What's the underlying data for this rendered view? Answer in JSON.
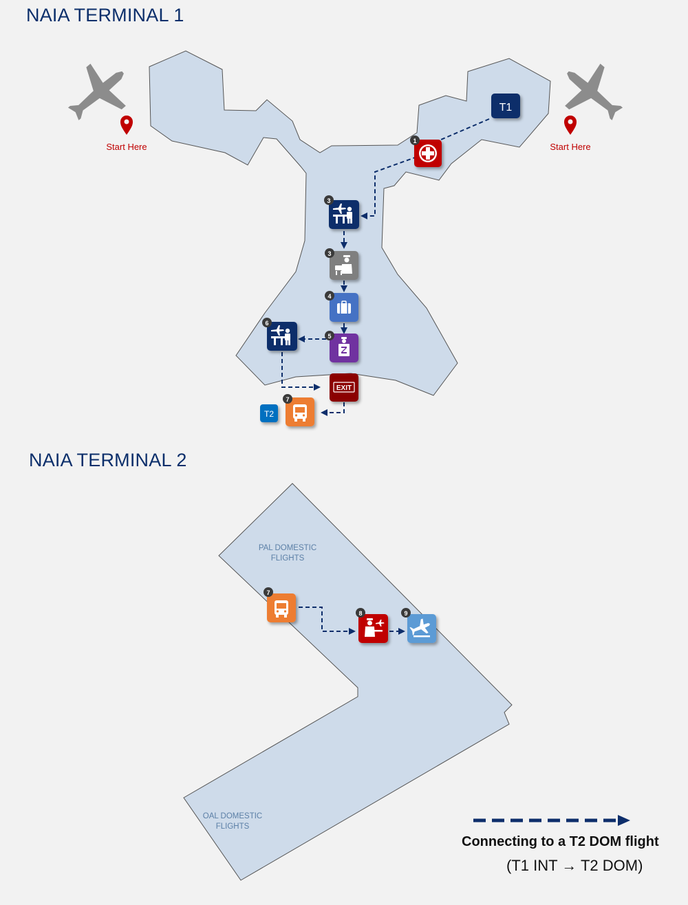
{
  "terminal1": {
    "title": "NAIA TERMINAL 1",
    "start_label_left": "Start Here",
    "start_label_right": "Start Here",
    "t1_badge": "T1",
    "t2_badge": "T2",
    "exit_label": "EXIT",
    "steps": [
      {
        "number": "1",
        "icon": "medical-cross-icon",
        "color": "#c00000"
      },
      {
        "number": "3",
        "icon": "transfer-desk-icon",
        "color": "#0d2e6b"
      },
      {
        "number": "3",
        "icon": "immigration-officer-icon",
        "color": "#7f7f7f"
      },
      {
        "number": "4",
        "icon": "baggage-icon",
        "color": "#4472c4"
      },
      {
        "number": "5",
        "icon": "customs-icon",
        "color": "#7030a0"
      },
      {
        "number": "6",
        "icon": "transfer-desk-icon",
        "color": "#0d2e6b"
      },
      {
        "number": "7",
        "icon": "bus-icon",
        "color": "#ed7d31"
      }
    ]
  },
  "terminal2": {
    "title": "NAIA TERMINAL 2",
    "area_top": [
      "PAL DOMESTIC",
      "FLIGHTS"
    ],
    "area_bottom": [
      "OAL DOMESTIC",
      "FLIGHTS"
    ],
    "steps": [
      {
        "number": "7",
        "icon": "bus-icon",
        "color": "#ed7d31"
      },
      {
        "number": "8",
        "icon": "security-check-icon",
        "color": "#c00000"
      },
      {
        "number": "9",
        "icon": "departure-plane-icon",
        "color": "#5b9bd5"
      }
    ]
  },
  "legend": {
    "title": "Connecting to a T2 DOM flight",
    "subtitle": "(T1 INT → T2 DOM)",
    "line_color": "#0d2e6b"
  }
}
